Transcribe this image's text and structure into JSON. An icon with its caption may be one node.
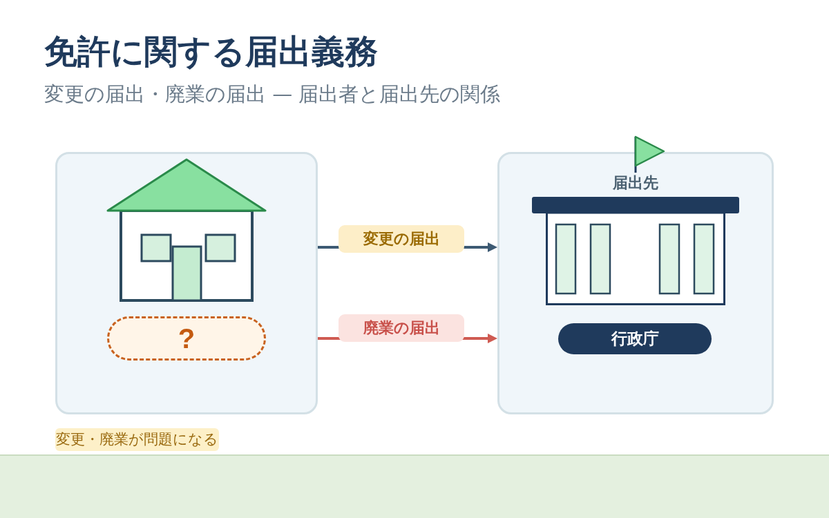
{
  "diagram": {
    "title": "免許に関する届出義務",
    "nodes": [
      {
        "text": [],
        "shape": "box"
      },
      {
        "text": [],
        "shape": "picture",
        "in": 0
      },
      {
        "text": [
          "?"
        ],
        "in": 0
      },
      {
        "text": [],
        "shape": "box"
      },
      {
        "text": [],
        "shape": "picture",
        "in": 3,
        "beside": [
          "届出先"
        ]
      },
      {
        "text": [
          "行政庁"
        ],
        "in": 3
      }
    ],
    "edges": [
      {
        "from": 0,
        "to": 3,
        "arrow": "to",
        "label": "変更の届出"
      },
      {
        "from": 0,
        "to": 3,
        "arrow": "to",
        "label": "廃業の届出",
        "color": "#cf5b52"
      }
    ],
    "labels": [
      "変更の届出・廃業の届出 — 届出者と届出先の関係",
      "変更・廃業が問題になる"
    ]
  }
}
